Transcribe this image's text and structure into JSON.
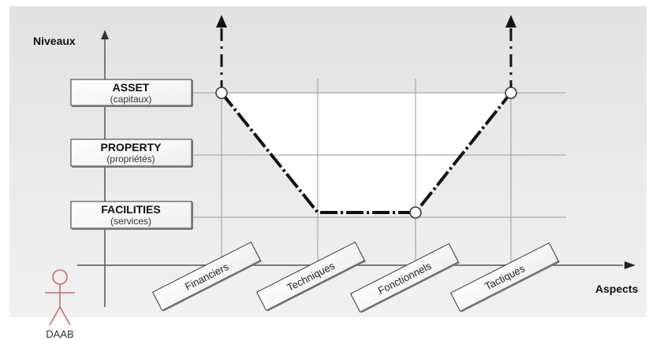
{
  "axes": {
    "y_title": "Niveaux",
    "x_title": "Aspects"
  },
  "levels": [
    {
      "title": "ASSET",
      "subtitle": "(capitaux)"
    },
    {
      "title": "PROPERTY",
      "subtitle": "(propriétés)"
    },
    {
      "title": "FACILITIES",
      "subtitle": "(services)"
    }
  ],
  "aspects": [
    "Financiers",
    "Techniques",
    "Fonctionnels",
    "Tactiques"
  ],
  "actor": {
    "label": "DAAB"
  },
  "colors": {
    "background": "#ffffff",
    "frame": "#e6e6e6",
    "grid": "#9a9a9a",
    "line": "#111111",
    "fill": "#ffffff"
  }
}
